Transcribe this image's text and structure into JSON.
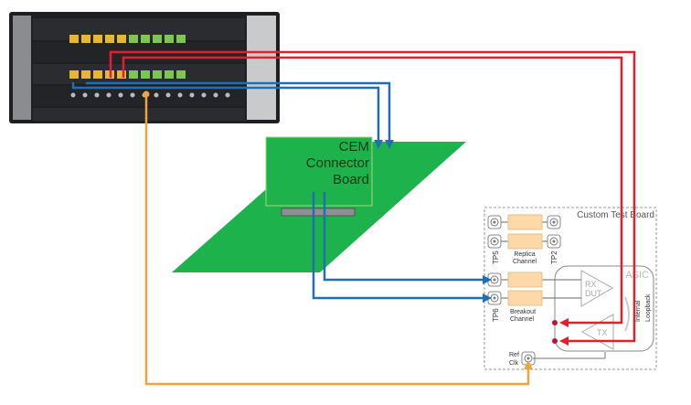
{
  "cem_board": {
    "line1": "CEM",
    "line2": "Connector",
    "line3": "Board"
  },
  "test_board": {
    "title": "Custom Test Board",
    "tp5": "TP5",
    "tp2": "TP2",
    "tp6": "TP6",
    "replica_1": "Replica",
    "replica_2": "Channel",
    "breakout_1": "Breakout",
    "breakout_2": "Channel",
    "asic": "ASIC",
    "rx_1": "RX",
    "rx_2": "DUT",
    "tx": "TX",
    "loopback_1": "Internal",
    "loopback_2": "Loopback",
    "refclk_1": "Ref",
    "refclk_2": "Clk"
  },
  "colors": {
    "red": "#e0202a",
    "blue": "#1f6fb5",
    "orange": "#f2a33a",
    "green": "#1db24b",
    "channel": "#fcd9a6"
  }
}
